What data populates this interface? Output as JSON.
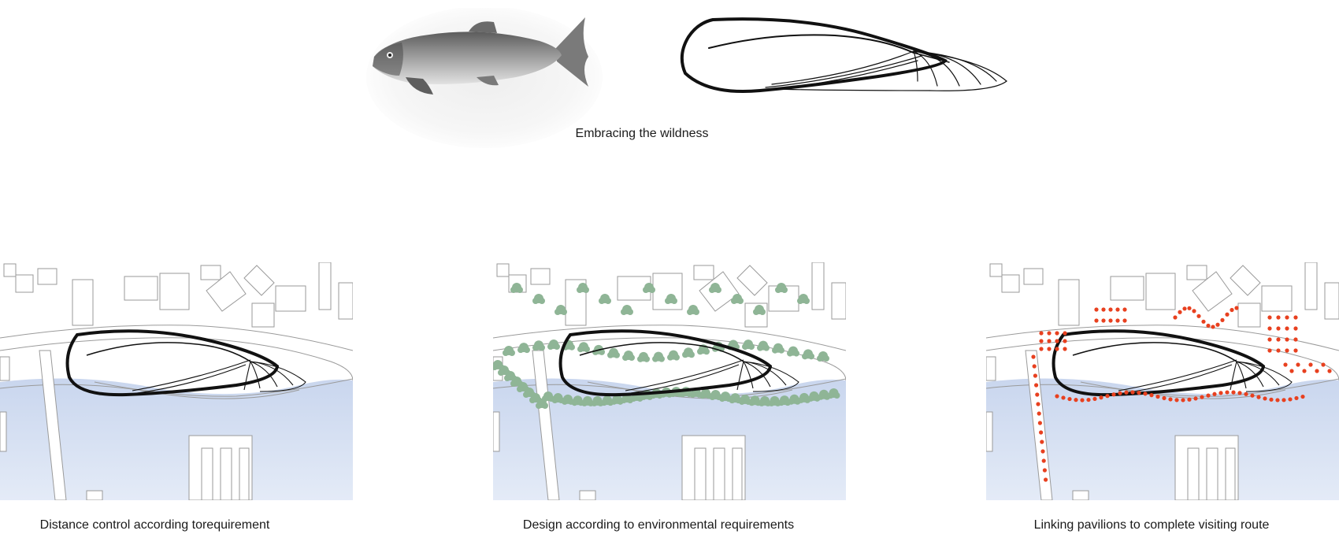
{
  "top": {
    "caption": "Embracing the wildness",
    "fish_icon": "fish-illustration",
    "form_icon": "fish-form-outline"
  },
  "panels": [
    {
      "caption": "Distance control according torequirement",
      "overlay": "none"
    },
    {
      "caption": "Design according to environmental requirements",
      "overlay": "trees"
    },
    {
      "caption": "Linking pavilions to complete visiting route",
      "overlay": "route-dots"
    }
  ],
  "colors": {
    "water_top": "#c9d6ee",
    "water_bottom": "#e4ebf7",
    "tree": "#8fb596",
    "route": "#e8401f",
    "outline": "#111111",
    "building_stroke": "#9a9a9a"
  }
}
